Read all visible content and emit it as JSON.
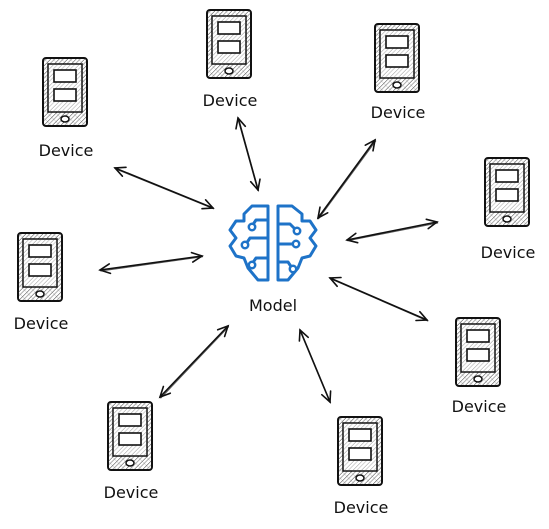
{
  "model": {
    "label": "Model",
    "color": "#1e73c8"
  },
  "devices": [
    {
      "label": "Device"
    },
    {
      "label": "Device"
    },
    {
      "label": "Device"
    },
    {
      "label": "Device"
    },
    {
      "label": "Device"
    },
    {
      "label": "Device"
    },
    {
      "label": "Device"
    },
    {
      "label": "Device"
    }
  ],
  "style": {
    "stroke": "#111111",
    "screen_fill": "#ffffff"
  }
}
